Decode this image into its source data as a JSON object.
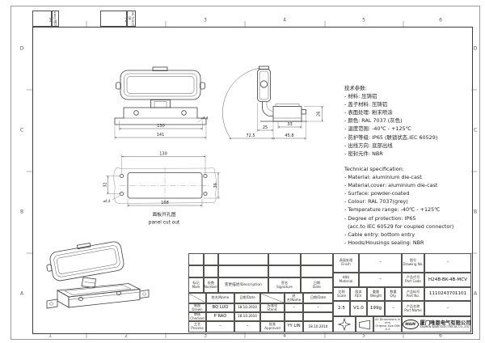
{
  "sheet": {
    "zones_top": [
      "1",
      "2",
      "3",
      "4",
      "5",
      "6"
    ],
    "zones_side": [
      "D",
      "C",
      "B",
      "A"
    ],
    "corner": {
      "date_label": "日期/Date",
      "drg_label": "图号/Drg.No."
    }
  },
  "specs_cn": {
    "title": "技术参数:",
    "lines": [
      "- 材料: 压铸铝",
      "- 盖子材料: 压铸铝",
      "- 表面处理: 粉末喷涂",
      "- 颜色: RAL 7037 (灰色)",
      "- 温度范围: -40℃ - +125℃",
      "- 防护等级: IP65 (联锁状态,IEC 60529)",
      "- 出线方向: 底部出线",
      "- 密封元件: NBR"
    ]
  },
  "specs_en": {
    "title": "Technical specification:",
    "lines": [
      "- Material: aluminium die-cast",
      "- Material,cover: aluminium die-cast",
      "- Surface: powder-coated",
      "- Colour: RAL 7037(grey)",
      "- Temperature range: -40℃ - +125℃",
      "- Degree of protection: IP65",
      "  (acc.to IEC 60529 for coupled connector)",
      "- Cable entry: bottom entry",
      "- Hoods/Housings sealing: NBR"
    ]
  },
  "views": {
    "front": {
      "d130": "130",
      "d141": "141",
      "hole": "⌀4.4"
    },
    "side": {
      "d25": "25",
      "d33": "33",
      "d458": "45.8",
      "d725": "72.5",
      "d26": "26"
    },
    "cutout": {
      "d130": "130",
      "d108": "108",
      "d32": "32",
      "d36": "36",
      "hole": "⌀4,4",
      "caption_cn": "面板开孔图",
      "caption_en": "panel cut out"
    }
  },
  "tb": {
    "rev": {
      "mark_cn": "标记",
      "mark_en": "Mark",
      "num_cn": "处数",
      "num_en": "Number",
      "desc": "变更描述/Description",
      "sig_cn": "签名",
      "sig_en": "Signature",
      "date_cn": "日期",
      "date_en": "Date",
      "name_hdr": "姓名/Name",
      "date_hdr": "日期/Date",
      "drawn_cn": "制图",
      "drawn_en": "Drawn",
      "drawn_name": "BQ LUO",
      "drawn_date": "18.10.2010",
      "std_cn": "标准化",
      "std_en": "Stand.",
      "std_name": "–",
      "std_date": "–",
      "checked_cn": "审核",
      "checked_en": "Checked",
      "checked_name": "P RAO",
      "checked_date": "18.10.2010",
      "process_cn": "工艺",
      "process_en": "Process",
      "process_name": "–",
      "process_date": "–",
      "appr_cn": "批准",
      "appr_en": "Approved",
      "appr_name": "YY LIN",
      "appr_date": "18.10.2010"
    },
    "info": {
      "finish_cn": "表面处理",
      "finish_en": "Finish",
      "finish_val": "–",
      "material_cn": "材料",
      "material_en": "Material",
      "material_val": "–",
      "scale_cn": "比例",
      "scale_en": "Scale",
      "scale_val": "2:5",
      "rev_cn": "版本",
      "rev_en": "REV.",
      "rev_val": "V1.0",
      "weight_cn": "重量",
      "weight_en": "Weight",
      "weight_val": "199g",
      "qty_cn": "数量",
      "qty_en": "Qty.",
      "qty_val": "–",
      "drgno_cn": "图号",
      "drgno_en": "Drawing No.",
      "drgno_val": "–",
      "partcode_cn": "产品代号",
      "partcode_en": "Part Code",
      "partcode_val": "H24B-BK-4B-MCV",
      "partno_cn": "产品料号",
      "partno_en": "Part No.",
      "partno_val": "1110243701101",
      "partname_cn": "产品名称",
      "partname_en": "Part Name",
      "partname_val": "–",
      "note1": "All Dimensions in mm",
      "note2": "Original Size DIN A 4",
      "logo": "WAIN",
      "company_cn": "厦门唯恩电气有限公司",
      "company_en": "XIAMEN WAIN ELECTRICAL CO.,LTD"
    }
  }
}
